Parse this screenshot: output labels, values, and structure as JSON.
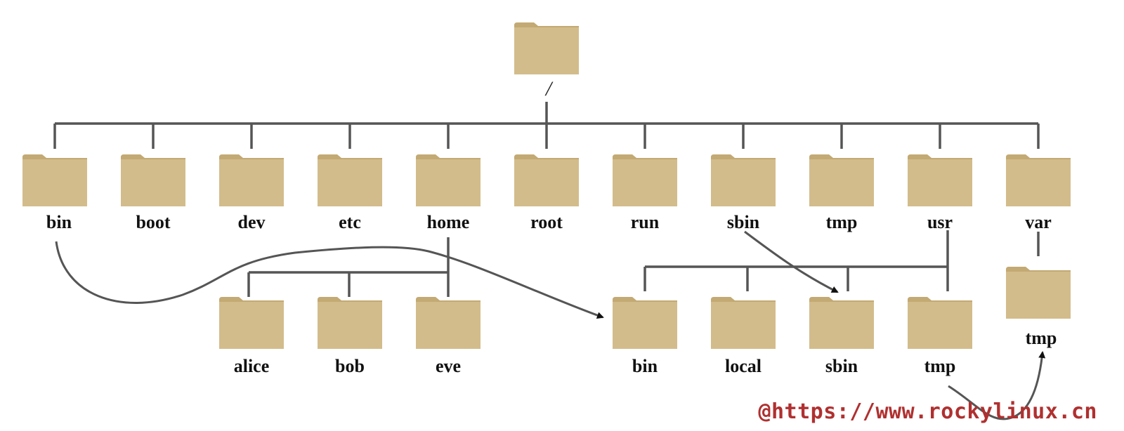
{
  "colors": {
    "folder_body": "#d3bc8b",
    "folder_tab": "#c3a973",
    "line": "#555555",
    "watermark": "#b03030"
  },
  "root": {
    "label": "/"
  },
  "top_level": [
    {
      "id": "bin",
      "label": "bin",
      "icon": "folder-icon"
    },
    {
      "id": "boot",
      "label": "boot",
      "icon": "folder-icon"
    },
    {
      "id": "dev",
      "label": "dev",
      "icon": "folder-icon"
    },
    {
      "id": "etc",
      "label": "etc",
      "icon": "folder-icon"
    },
    {
      "id": "home",
      "label": "home",
      "icon": "folder-icon"
    },
    {
      "id": "root",
      "label": "root",
      "icon": "folder-icon"
    },
    {
      "id": "run",
      "label": "run",
      "icon": "folder-icon"
    },
    {
      "id": "sbin",
      "label": "sbin",
      "icon": "folder-icon"
    },
    {
      "id": "tmp",
      "label": "tmp",
      "icon": "folder-icon"
    },
    {
      "id": "usr",
      "label": "usr",
      "icon": "folder-icon"
    },
    {
      "id": "var",
      "label": "var",
      "icon": "folder-icon"
    }
  ],
  "home_children": [
    {
      "id": "alice",
      "label": "alice",
      "icon": "folder-icon"
    },
    {
      "id": "bob",
      "label": "bob",
      "icon": "folder-icon"
    },
    {
      "id": "eve",
      "label": "eve",
      "icon": "folder-icon"
    }
  ],
  "usr_children": [
    {
      "id": "usr-bin",
      "label": "bin",
      "icon": "folder-icon"
    },
    {
      "id": "usr-local",
      "label": "local",
      "icon": "folder-icon"
    },
    {
      "id": "usr-sbin",
      "label": "sbin",
      "icon": "folder-icon"
    },
    {
      "id": "usr-tmp",
      "label": "tmp",
      "icon": "folder-icon"
    }
  ],
  "var_children": [
    {
      "id": "var-tmp",
      "label": "tmp",
      "icon": "folder-icon"
    }
  ],
  "symlinks": [
    {
      "from": "bin",
      "to": "usr-bin"
    },
    {
      "from": "sbin",
      "to": "usr-sbin"
    },
    {
      "from": "usr-tmp",
      "to": "var-tmp"
    }
  ],
  "watermark": "@https://www.rockylinux.cn"
}
